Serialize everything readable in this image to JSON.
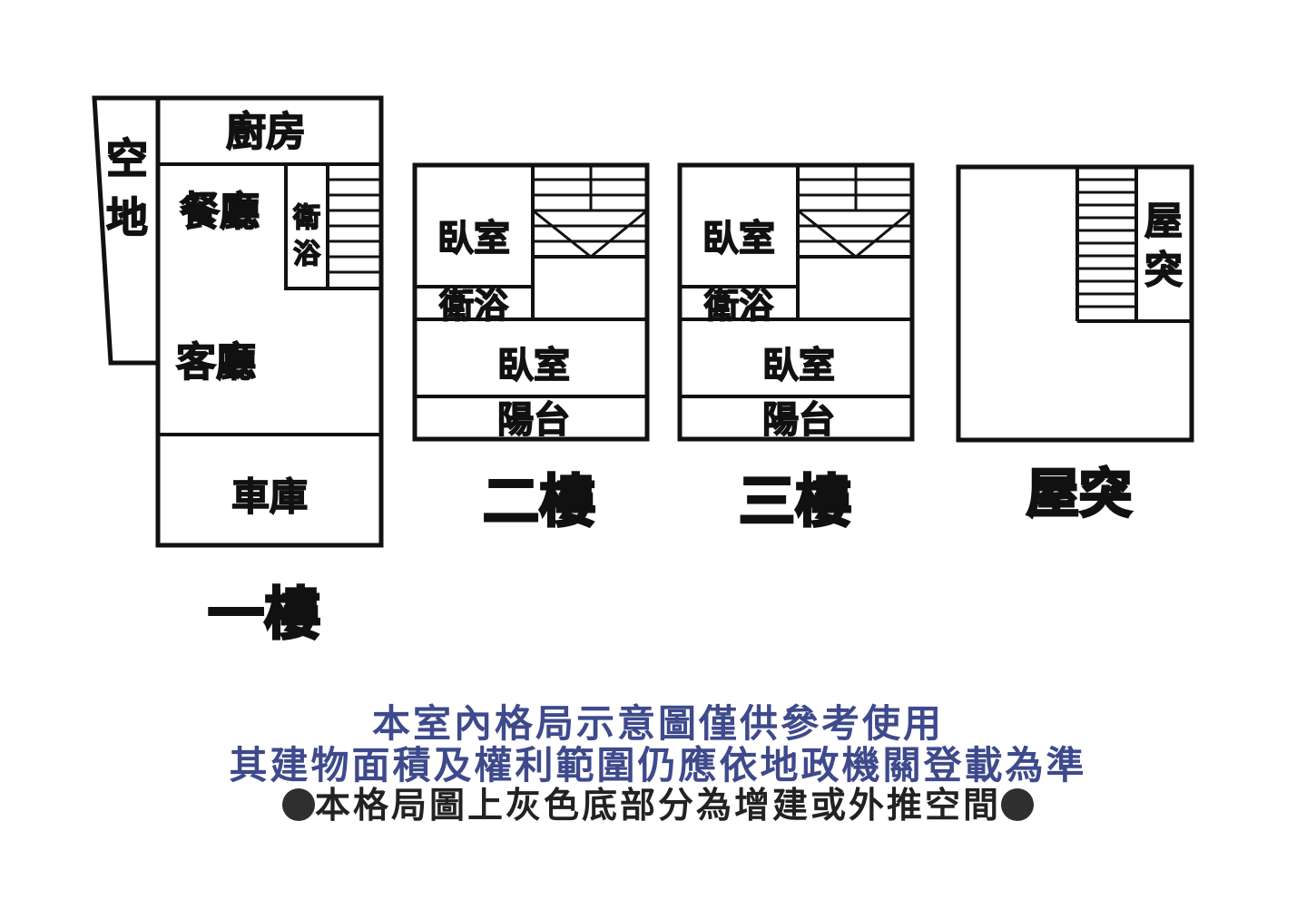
{
  "colors": {
    "line": "#111111",
    "note": "#3e4a8c",
    "dot": "#2f2f2f"
  },
  "floor1": {
    "title": "一樓",
    "open_space": "空地",
    "kitchen": "廚房",
    "dining": "餐廳",
    "bathroom": "衛浴",
    "living": "客廳",
    "garage": "車庫"
  },
  "floor2": {
    "title": "二樓",
    "bedroom_top": "臥室",
    "bathroom": "衛浴",
    "bedroom_main": "臥室",
    "balcony": "陽台"
  },
  "floor3": {
    "title": "三樓",
    "bedroom_top": "臥室",
    "bathroom": "衛浴",
    "bedroom_main": "臥室",
    "balcony": "陽台"
  },
  "rooftop": {
    "title": "屋突",
    "room_label": "屋突"
  },
  "notes": {
    "line1": "本室內格局示意圖僅供參考使用",
    "line2": "其建物面積及權利範圍仍應依地政機關登載為準",
    "line3": "本格局圖上灰色底部分為增建或外推空間"
  }
}
